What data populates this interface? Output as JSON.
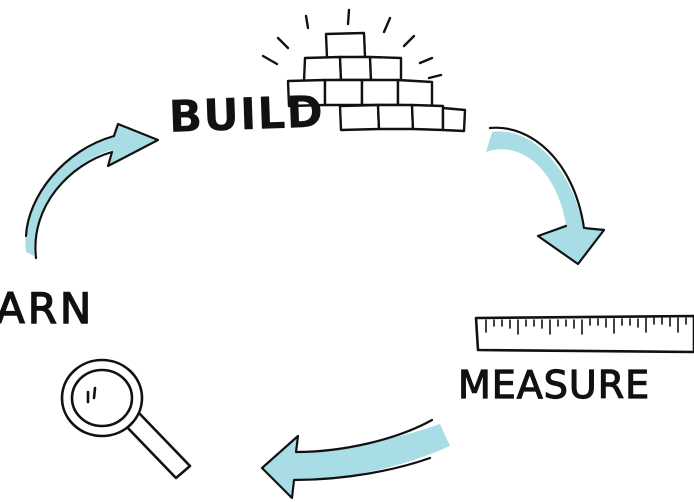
{
  "diagram": {
    "stages": [
      {
        "id": "build",
        "label": "BUILD",
        "icon": "brick-wall-icon"
      },
      {
        "id": "measure",
        "label": "MEASURE",
        "icon": "ruler-icon"
      },
      {
        "id": "learn",
        "label": "ARN",
        "icon": "magnifying-glass-icon"
      }
    ],
    "arrows": [
      "build-to-measure",
      "measure-to-learn",
      "learn-to-build"
    ],
    "colors": {
      "ink": "#111111",
      "arrow_fill": "#a8dde6",
      "background": "#ffffff"
    }
  }
}
